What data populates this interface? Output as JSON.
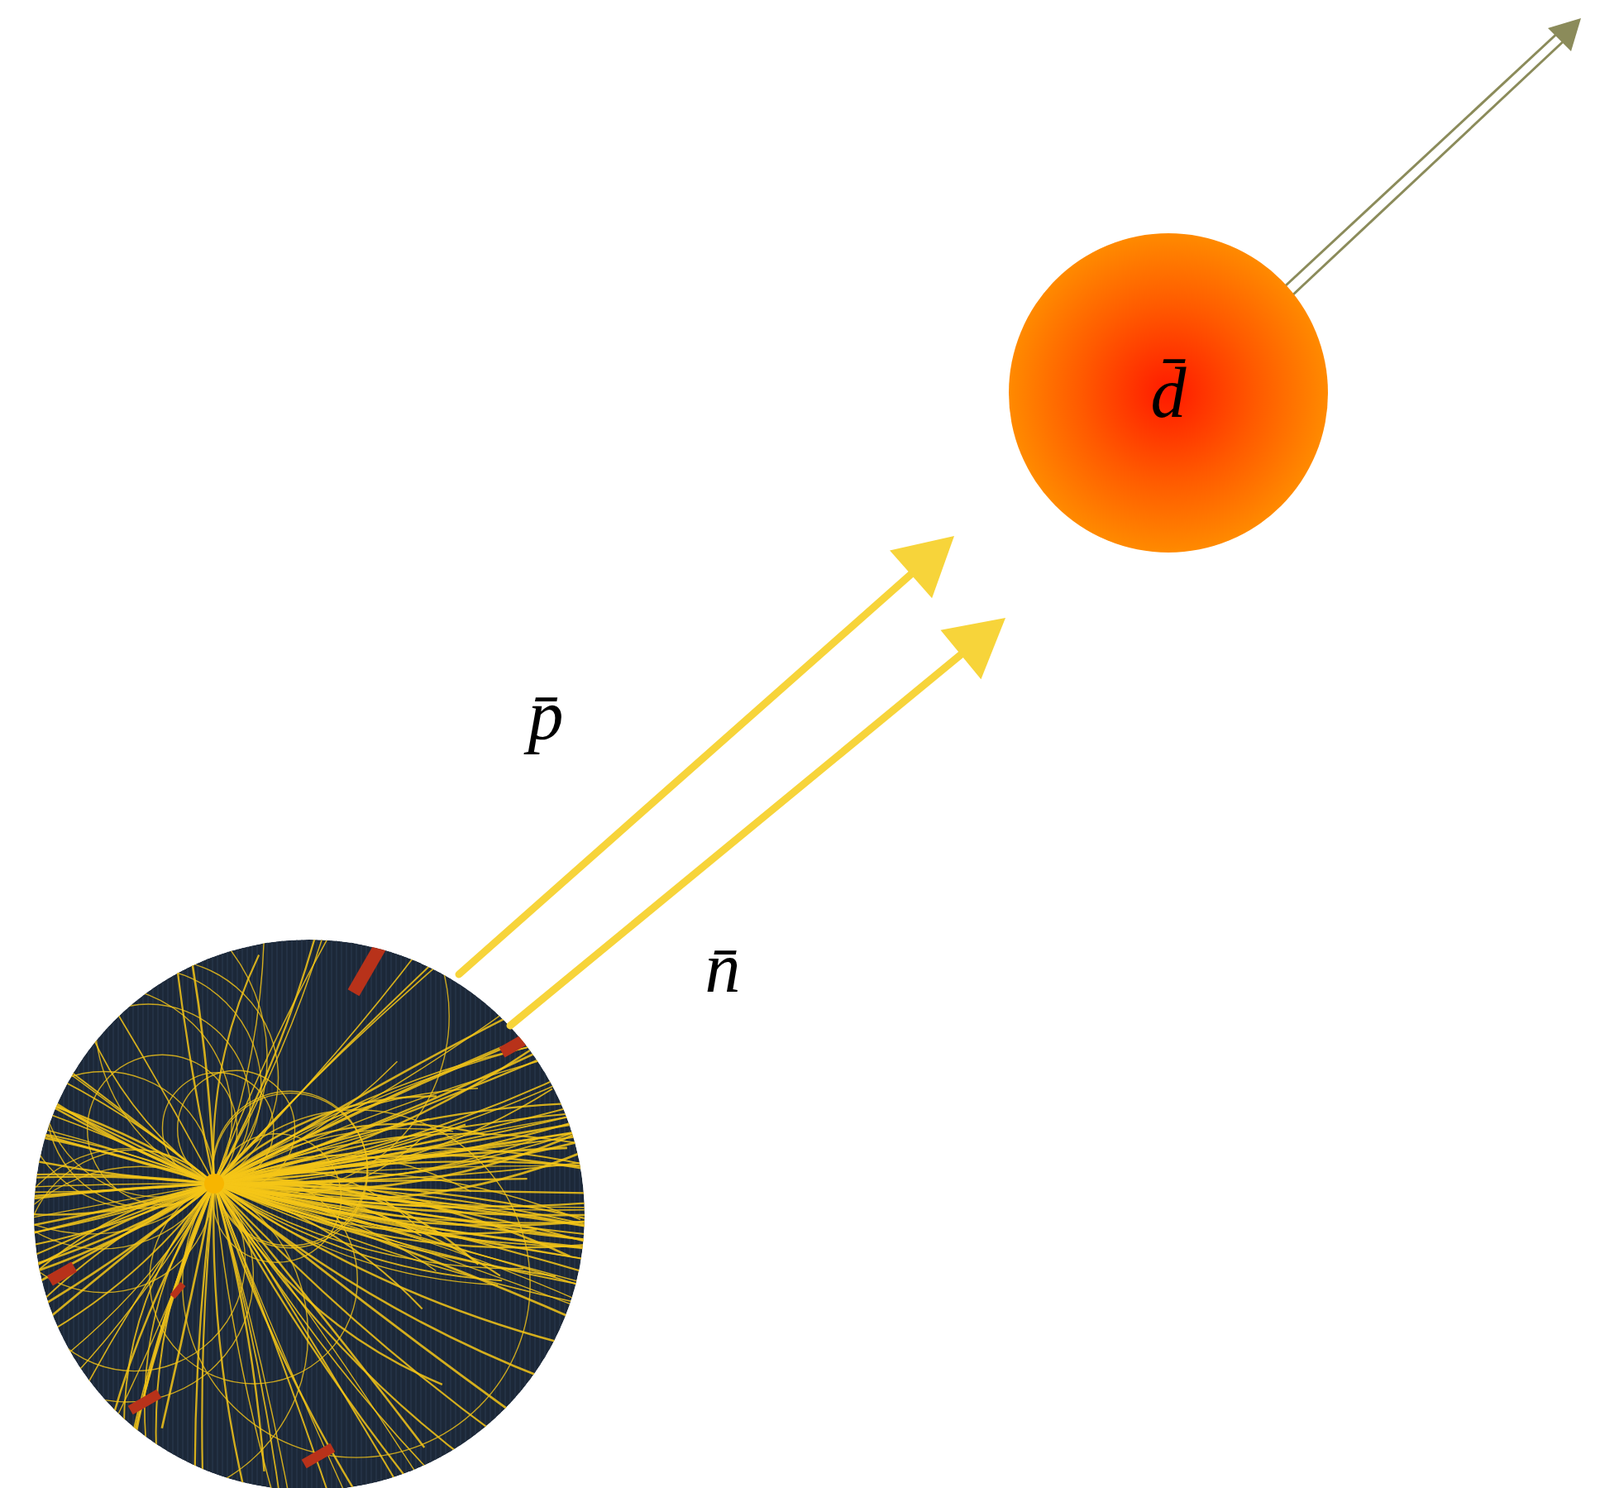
{
  "diagram": {
    "nodes": [
      {
        "text": [
          "d̄"
        ]
      }
    ],
    "labels": [
      "p̄",
      "n̄"
    ]
  }
}
